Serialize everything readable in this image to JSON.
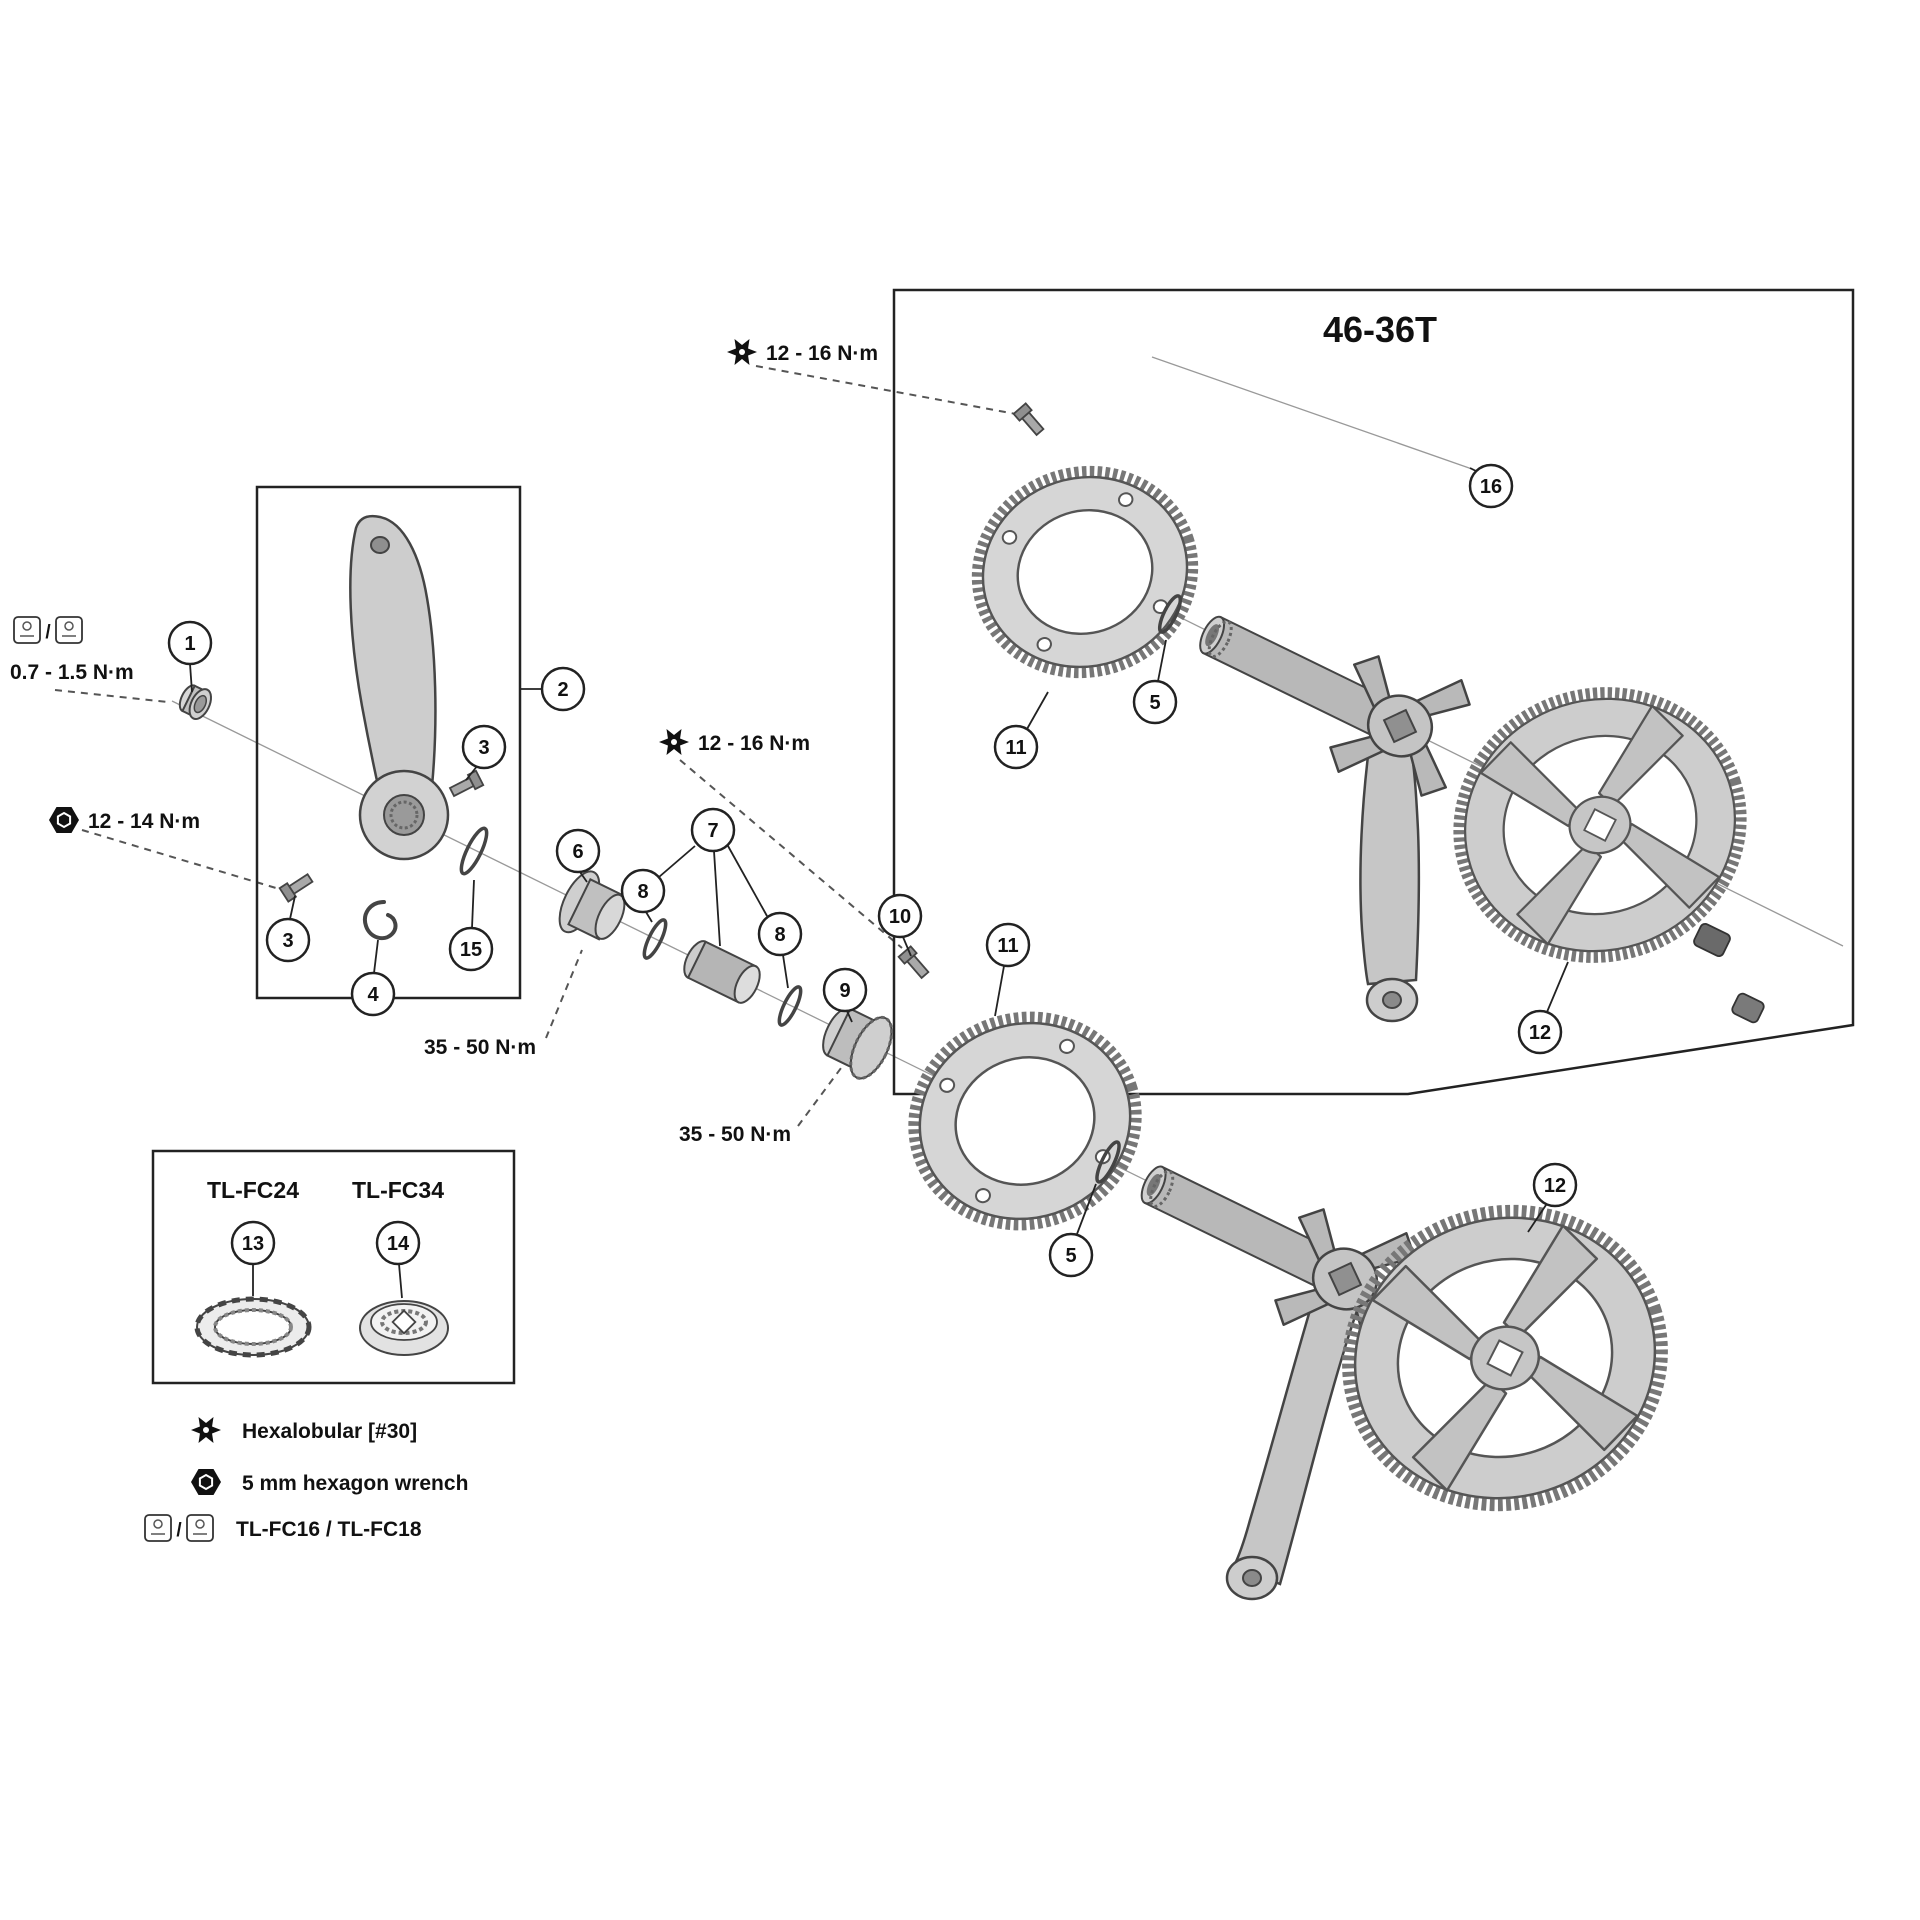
{
  "title": "46-36T",
  "torques": {
    "crank_cap": "0.7 - 1.5 N·m",
    "pinch_bolts": "12 - 14 N·m",
    "chainring_fixing_top": "12 - 16 N·m",
    "chainring_fixing_mid": "12 - 16 N·m",
    "bb_cup_right": "35 - 50 N·m",
    "bb_cup_left": "35 - 50 N·m"
  },
  "callouts": {
    "c1": "1",
    "c2": "2",
    "c3a": "3",
    "c3b": "3",
    "c4": "4",
    "c5a": "5",
    "c5b": "5",
    "c6": "6",
    "c7": "7",
    "c8a": "8",
    "c8b": "8",
    "c9": "9",
    "c10": "10",
    "c11a": "11",
    "c11b": "11",
    "c12a": "12",
    "c12b": "12",
    "c13": "13",
    "c14": "14",
    "c15": "15",
    "c16": "16"
  },
  "tools": {
    "lockring_tool": "TL-FC24",
    "adapter_tool": "TL-FC34"
  },
  "legend": {
    "hexalobular": "Hexalobular [#30]",
    "hex_wrench": "5 mm hexagon wrench",
    "cap_tools": "TL-FC16 / TL-FC18",
    "separator": "/"
  },
  "icons": {
    "hexalobular": "torx-star-black",
    "hex_wrench": "black-hexagon",
    "cap_tool": "rounded-square-tool"
  },
  "colors": {
    "line": "#222222",
    "metal_light": "#d6d6d6",
    "metal_mid": "#bdbdbd",
    "metal_dark": "#8f8f8f"
  }
}
